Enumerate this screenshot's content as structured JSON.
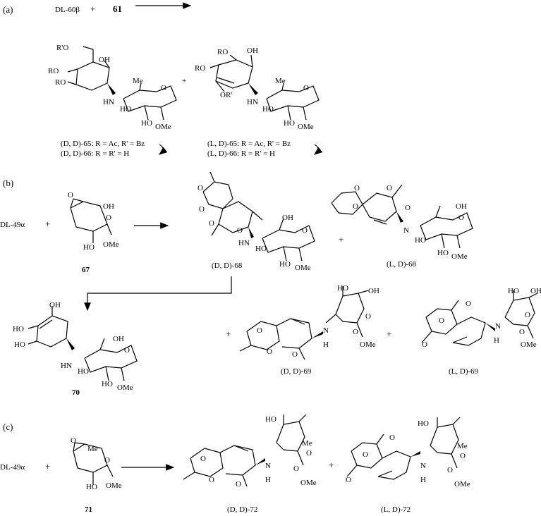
{
  "panels": {
    "a": {
      "tag": "(a)",
      "reactant1": "DL-60β",
      "plus": "+",
      "reactant2": "61",
      "compound_left": {
        "labels": [
          "R'O",
          "OH",
          "RO",
          "RO",
          "Me",
          "O",
          "HN",
          "HO",
          "HO",
          "OMe"
        ],
        "caption1": "(D, D)-65: R = Ac, R' = Bz",
        "caption2": "(D, D)-66: R = R' = H"
      },
      "compound_right": {
        "labels": [
          "RO",
          "OH",
          "RO",
          "OR'",
          "Me",
          "O",
          "HN",
          "HO",
          "HO",
          "OMe"
        ],
        "caption1": "(L, D)-65: R = Ac, R' = Bz",
        "caption2": "(L, D)-66: R = R' = H"
      }
    },
    "b": {
      "tag": "(b)",
      "reactant1": "DL-49α",
      "plus": "+",
      "reactant2_num": "67",
      "reactant2_labels": [
        "O",
        "OH",
        "O",
        "HO",
        "OMe"
      ],
      "product1": "(D, D)-68",
      "product1_labels": [
        "O",
        "O",
        "O",
        "O",
        "OH",
        "O",
        "HN",
        "HO",
        "HO",
        "OMe"
      ],
      "product2": "(L, D)-68",
      "product2_labels": [
        "O",
        "O",
        "O",
        "O",
        "OH",
        "O",
        "N",
        "HO",
        "HO",
        "OMe"
      ],
      "product3_num": "70",
      "product3_labels": [
        "OH",
        "HO",
        "HO",
        "HN",
        "OH",
        "O",
        "HO",
        "HO",
        "OMe"
      ],
      "product4": "(D, D)-69",
      "product4_labels": [
        "HO",
        "OH",
        "O",
        "O",
        "O",
        "O",
        "N",
        "H",
        "O",
        "OMe"
      ],
      "product5": "(L, D)-69",
      "product5_labels": [
        "HO",
        "OH",
        "O",
        "O",
        "O",
        "O",
        "N",
        "H",
        "O",
        "OMe"
      ]
    },
    "c": {
      "tag": "(c)",
      "reactant1": "DL-49α",
      "plus": "+",
      "reactant2_num": "71",
      "reactant2_labels": [
        "O",
        "Me",
        "O",
        "HO",
        "OMe"
      ],
      "product1": "(D, D)-72",
      "product1_labels": [
        "HO",
        "Me",
        "O",
        "O",
        "O",
        "O",
        "N",
        "H",
        "O",
        "OMe"
      ],
      "product2": "(L, D)-72",
      "product2_labels": [
        "HO",
        "Me",
        "O",
        "O",
        "O",
        "O",
        "N",
        "H",
        "O",
        "OMe"
      ]
    }
  }
}
